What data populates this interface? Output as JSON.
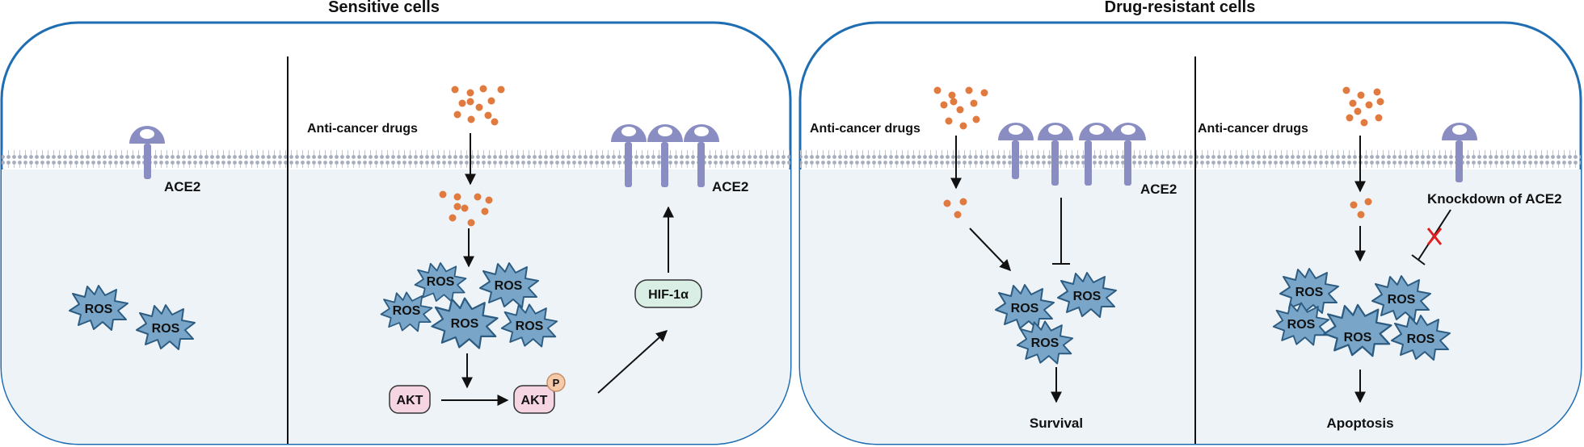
{
  "panels": {
    "sensitive": {
      "title": "Sensitive cells"
    },
    "resistant": {
      "title": "Drug-resistant cells"
    }
  },
  "labels": {
    "ace2": "ACE2",
    "anti_cancer_drugs": "Anti-cancer drugs",
    "ros": "ROS",
    "akt": "AKT",
    "phospho": "P",
    "hif": "HIF-1α",
    "survival": "Survival",
    "apoptosis": "Apoptosis",
    "knockdown": "Knockdown of ACE2"
  },
  "colors": {
    "cell_border": "#1f6db3",
    "cytoplasm": "#eef3f8",
    "membrane": "#a6adbd",
    "receptor": "#8a8dc2",
    "drug": "#e07a3e",
    "ros_fill": "#79a6c8",
    "ros_stroke": "#2d5c82",
    "akt_fill": "#f5d5e2",
    "akt_stroke": "#333333",
    "phospho_fill": "#f6c9a8",
    "hif_fill": "#d9efe6",
    "inhibit_x": "#e02020"
  }
}
